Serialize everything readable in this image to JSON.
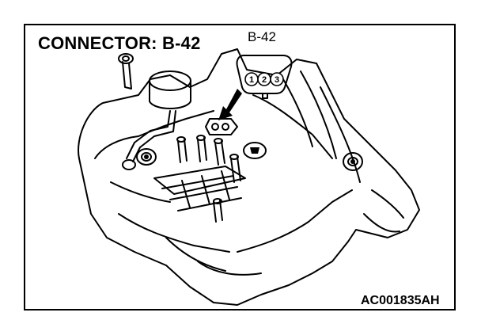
{
  "title": "CONNECTOR: B-42",
  "connector": {
    "label": "B-42",
    "pins": [
      "1",
      "2",
      "3"
    ]
  },
  "figure_code": "AC001835AH",
  "colors": {
    "line": "#000000",
    "background": "#ffffff"
  }
}
